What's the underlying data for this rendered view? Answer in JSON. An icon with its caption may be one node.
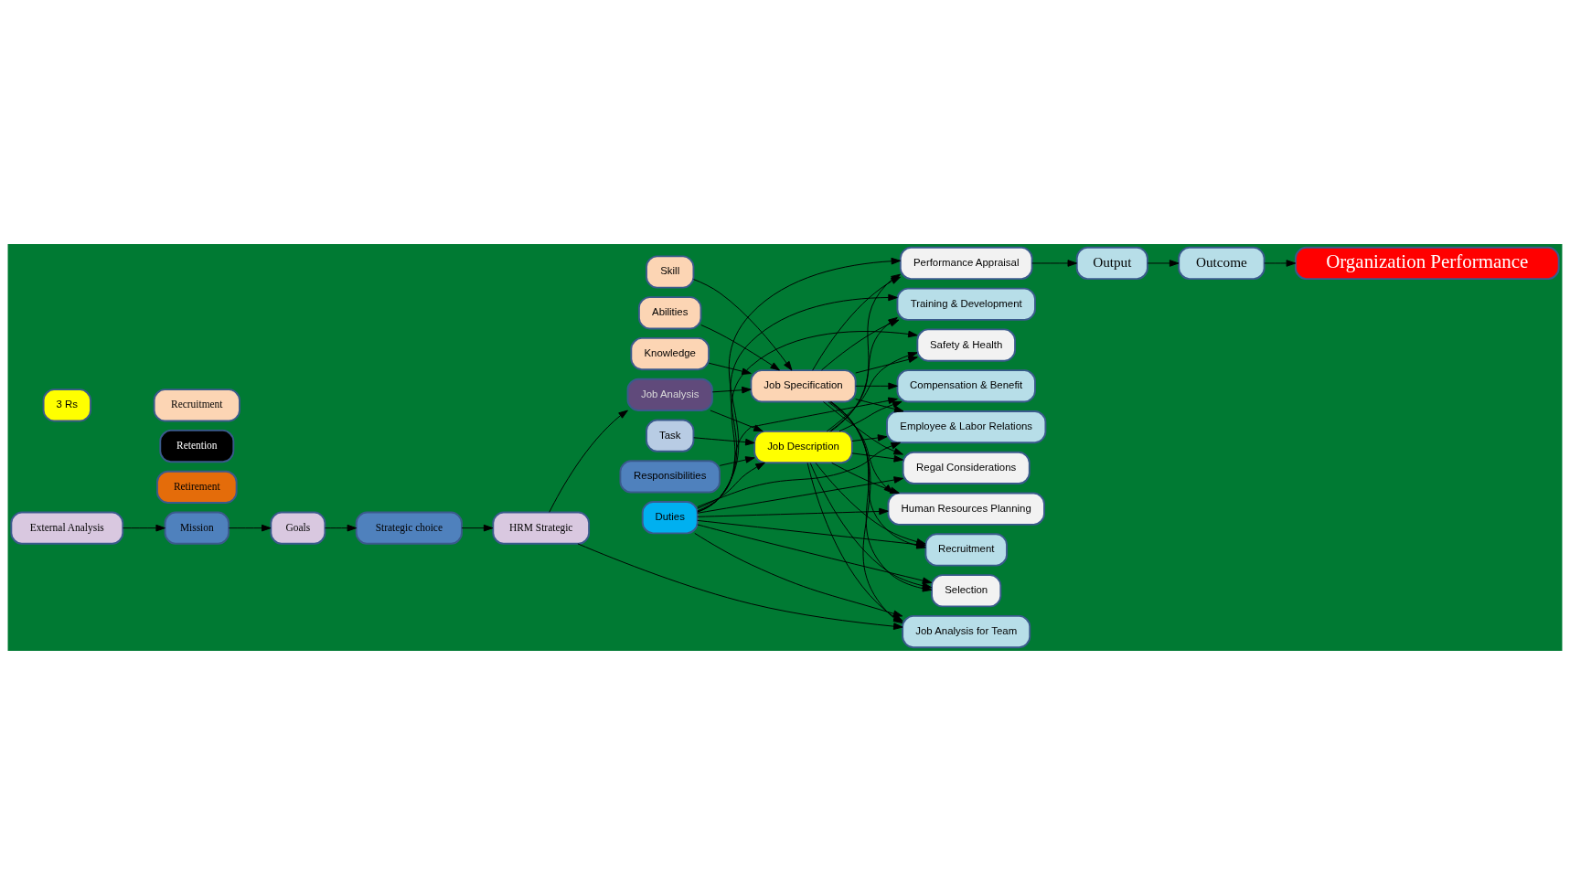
{
  "diagram": {
    "nodes": [
      {
        "text": [
          "External Analysis"
        ]
      },
      {
        "text": [
          "Mission"
        ]
      },
      {
        "text": [
          "Goals"
        ]
      },
      {
        "text": [
          "Strategic choice"
        ]
      },
      {
        "text": [
          "HRM Strategic"
        ]
      },
      {
        "text": [
          "Organization Performance"
        ]
      },
      {
        "text": [
          "Task"
        ]
      },
      {
        "text": [
          "Responsibilities"
        ]
      },
      {
        "text": [
          "Duties"
        ]
      },
      {
        "text": [
          "Job Description"
        ]
      },
      {
        "text": [
          "Job Analysis"
        ]
      },
      {
        "text": [
          "Job Specification"
        ]
      },
      {
        "text": [
          "Knowledge"
        ]
      },
      {
        "text": [
          "Skill"
        ]
      },
      {
        "text": [
          "Abilities"
        ]
      },
      {
        "text": [
          "Human Resources Planning"
        ]
      },
      {
        "text": [
          "Recruitment"
        ]
      },
      {
        "text": [
          "Selection"
        ]
      },
      {
        "text": [
          "Training & Development"
        ]
      },
      {
        "text": [
          "Performance Appraisal"
        ]
      },
      {
        "text": [
          "Compensation & Benefit"
        ]
      },
      {
        "text": [
          "Safety & Health"
        ]
      },
      {
        "text": [
          "Employee & Labor Relations"
        ]
      },
      {
        "text": [
          "Regal Considerations"
        ]
      },
      {
        "text": [
          "Job Analysis for Team"
        ]
      },
      {
        "text": [
          "Output"
        ]
      },
      {
        "text": [
          "Outcome"
        ]
      },
      {
        "text": [
          "3 Rs"
        ]
      },
      {
        "text": [
          "Recruitment"
        ]
      },
      {
        "text": [
          "Retention"
        ]
      },
      {
        "text": [
          "Retirement"
        ]
      }
    ],
    "edges": [
      {
        "from": 0,
        "to": 1,
        "arrow": "to"
      },
      {
        "from": 1,
        "to": 2,
        "arrow": "to"
      },
      {
        "from": 2,
        "to": 3,
        "arrow": "to"
      },
      {
        "from": 3,
        "to": 4,
        "arrow": "to"
      },
      {
        "from": 4,
        "to": 10,
        "arrow": "to"
      },
      {
        "from": 10,
        "to": 9,
        "arrow": "to"
      },
      {
        "from": 10,
        "to": 11,
        "arrow": "to"
      },
      {
        "from": 6,
        "to": 9,
        "arrow": "to"
      },
      {
        "from": 7,
        "to": 9,
        "arrow": "to"
      },
      {
        "from": 8,
        "to": 9,
        "arrow": "to"
      },
      {
        "from": 12,
        "to": 11,
        "arrow": "to"
      },
      {
        "from": 13,
        "to": 11,
        "arrow": "to"
      },
      {
        "from": 14,
        "to": 11,
        "arrow": "to"
      },
      {
        "from": 9,
        "to": 15,
        "arrow": "to"
      },
      {
        "from": 9,
        "to": 16,
        "arrow": "to"
      },
      {
        "from": 9,
        "to": 17,
        "arrow": "to"
      },
      {
        "from": 9,
        "to": 18,
        "arrow": "to"
      },
      {
        "from": 9,
        "to": 19,
        "arrow": "to"
      },
      {
        "from": 9,
        "to": 20,
        "arrow": "to"
      },
      {
        "from": 9,
        "to": 21,
        "arrow": "to"
      },
      {
        "from": 9,
        "to": 22,
        "arrow": "to"
      },
      {
        "from": 9,
        "to": 23,
        "arrow": "to"
      },
      {
        "from": 9,
        "to": 24,
        "arrow": "to"
      },
      {
        "from": 11,
        "to": 15,
        "arrow": "to"
      },
      {
        "from": 11,
        "to": 16,
        "arrow": "to"
      },
      {
        "from": 11,
        "to": 17,
        "arrow": "to"
      },
      {
        "from": 11,
        "to": 18,
        "arrow": "to"
      },
      {
        "from": 11,
        "to": 19,
        "arrow": "to"
      },
      {
        "from": 11,
        "to": 20,
        "arrow": "to"
      },
      {
        "from": 11,
        "to": 21,
        "arrow": "to"
      },
      {
        "from": 11,
        "to": 22,
        "arrow": "to"
      },
      {
        "from": 11,
        "to": 23,
        "arrow": "to"
      },
      {
        "from": 11,
        "to": 24,
        "arrow": "to"
      },
      {
        "from": 8,
        "to": 15,
        "arrow": "to"
      },
      {
        "from": 8,
        "to": 16,
        "arrow": "to"
      },
      {
        "from": 8,
        "to": 17,
        "arrow": "to"
      },
      {
        "from": 8,
        "to": 18,
        "arrow": "to"
      },
      {
        "from": 8,
        "to": 19,
        "arrow": "to"
      },
      {
        "from": 8,
        "to": 20,
        "arrow": "to"
      },
      {
        "from": 8,
        "to": 21,
        "arrow": "to"
      },
      {
        "from": 8,
        "to": 22,
        "arrow": "to"
      },
      {
        "from": 8,
        "to": 23,
        "arrow": "to"
      },
      {
        "from": 8,
        "to": 24,
        "arrow": "to"
      },
      {
        "from": 19,
        "to": 25,
        "arrow": "to"
      },
      {
        "from": 25,
        "to": 26,
        "arrow": "to"
      },
      {
        "from": 26,
        "to": 5,
        "arrow": "to"
      },
      {
        "from": 4,
        "to": 24,
        "arrow": "to"
      }
    ]
  }
}
